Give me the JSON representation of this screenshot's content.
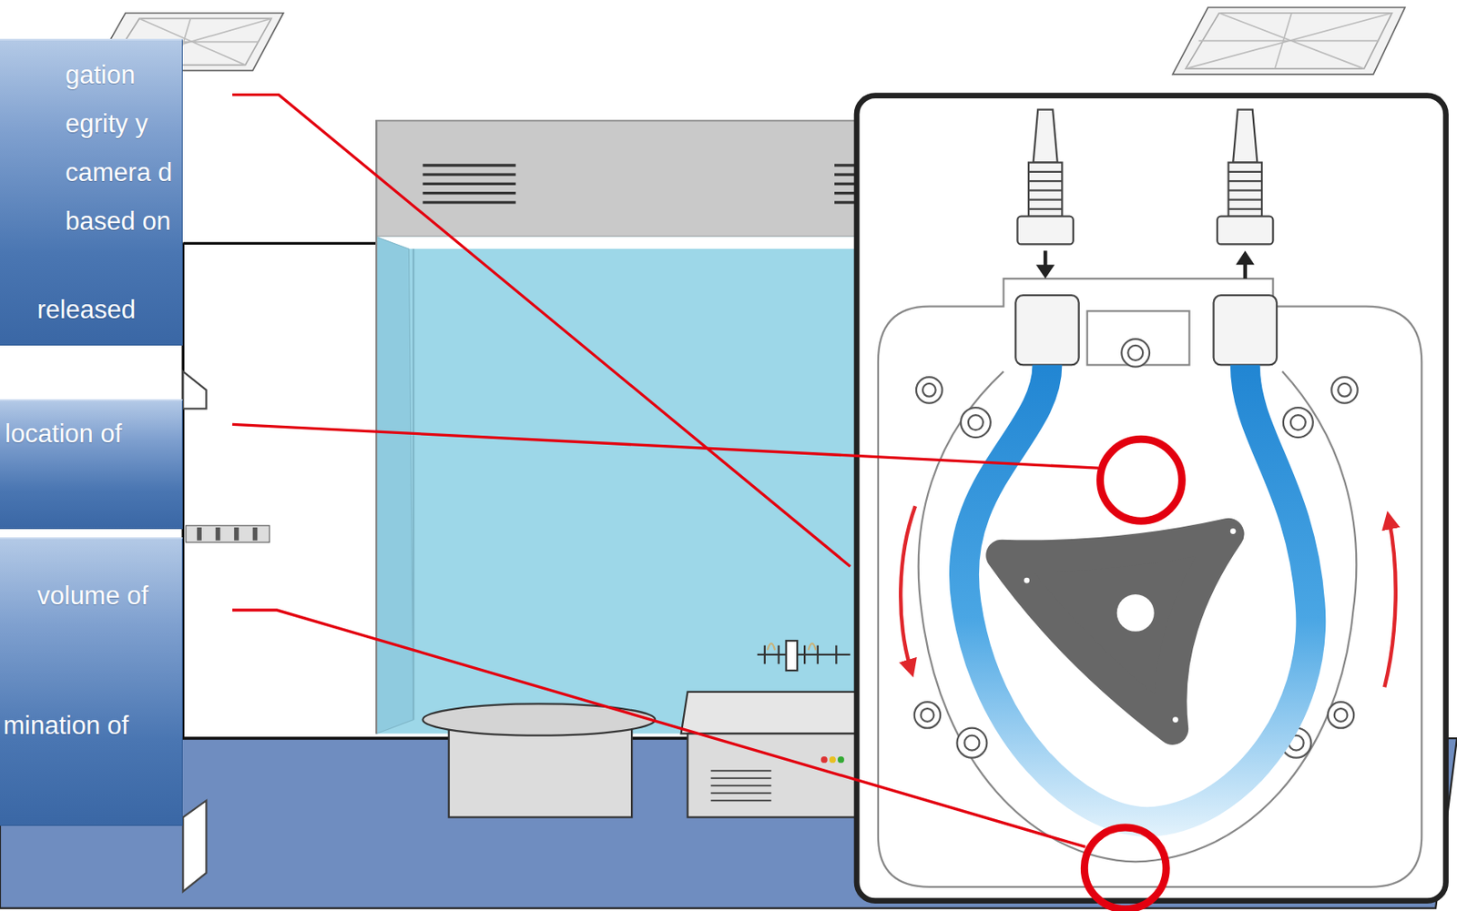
{
  "diagram": {
    "nodes": [
      {
        "text": [
          "gation egrity y camera d based on",
          "released"
        ]
      },
      {
        "text": [
          "location of"
        ]
      },
      {
        "text": [
          "volume of",
          "mination of"
        ]
      }
    ]
  }
}
